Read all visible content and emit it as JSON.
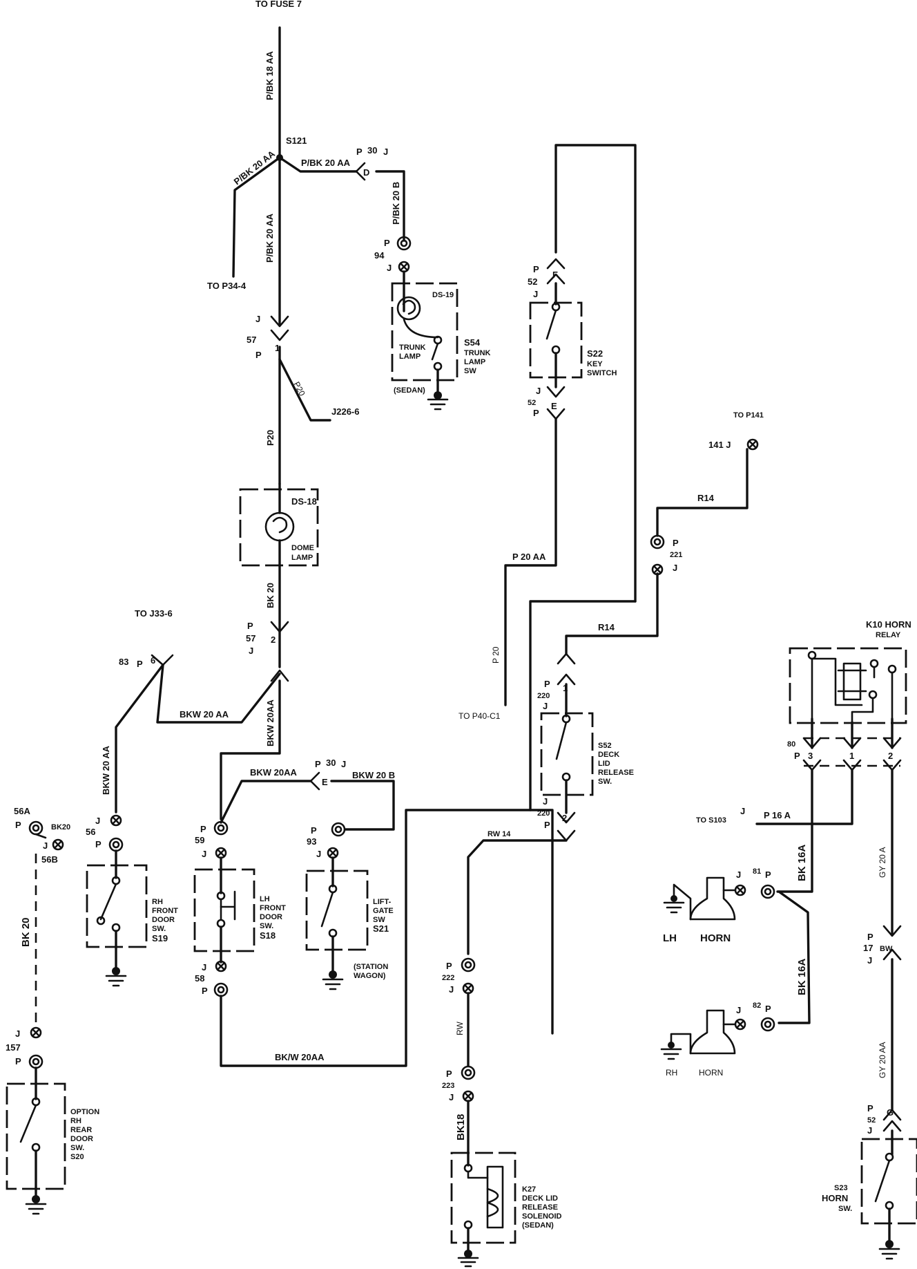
{
  "labels": {
    "to_fuse7": "TO FUSE 7",
    "p_bk_18_aa": "P/BK 18 AA",
    "s121": "S121",
    "p_bk_20_aa_a": "P/BK 20 AA",
    "p_bk_20_aa_b": "P/BK 20 AA",
    "p_bk_20_aa_c": "P/BK 20 AA",
    "to_p34_4": "TO P34-4",
    "c30_p": "P",
    "c30_num": "30",
    "c30_j": "J",
    "c30_d": "D",
    "p_bk_20_b": "P/BK 20 B",
    "c94_p": "P",
    "c94_num": "94",
    "c94_j": "J",
    "ds19": "DS-19",
    "trunk_lamp": "TRUNK",
    "trunk_lamp2": "LAMP",
    "s54": "S54",
    "s54_l2": "TRUNK",
    "s54_l3": "LAMP",
    "s54_l4": "SW",
    "sedan1": "(SEDAN)",
    "c57_j": "J",
    "c57_num": "57",
    "c57_p": "P",
    "c57_pin": "1",
    "p20_diag": "P20",
    "j226": "J226-6",
    "p20_vert": "P20",
    "ds18": "DS-18",
    "dome1": "DOME",
    "dome2": "LAMP",
    "bk20": "BK 20",
    "c57b_p": "P",
    "c57b_num": "57",
    "c57b_j": "J",
    "c57b_pin": "2",
    "to_j33": "TO J33-6",
    "c83_num": "83",
    "c83_p": "P",
    "c83_pin": "6",
    "bkw20aa_h": "BKW 20 AA",
    "bkw20aa_v": "BKW 20 AA",
    "bkw20aa_v2": "BKW 20AA",
    "bkw20aa_e": "BKW 20AA",
    "c30b_p": "P",
    "c30b_num": "30",
    "c30b_j": "J",
    "c30b_e": "E",
    "bkw20b": "BKW 20 B",
    "c56_j": "J",
    "c56_num": "56",
    "c56_p": "P",
    "c59_p": "P",
    "c59_num": "59",
    "c59_j": "J",
    "c93_p": "P",
    "c93_num": "93",
    "c93_j": "J",
    "rh_front_1": "RH",
    "rh_front_2": "FRONT",
    "rh_front_3": "DOOR",
    "rh_front_4": "SW.",
    "rh_front_5": "S19",
    "lh_front_1": "LH",
    "lh_front_2": "FRONT",
    "lh_front_3": "DOOR",
    "lh_front_4": "SW.",
    "lh_front_5": "S18",
    "lift_1": "LIFT-",
    "lift_2": "GATE",
    "lift_3": "SW",
    "lift_4": "S21",
    "wagon1": "(STATION",
    "wagon2": "WAGON)",
    "c58_j": "J",
    "c58_num": "58",
    "c58_p": "P",
    "bkw20aa_bottom": "BK/W 20AA",
    "c56a": "56A",
    "c56a_p": "P",
    "c56a_bk20": "BK20",
    "c56b_j": "J",
    "c56b": "56B",
    "bk20_left": "BK 20",
    "c157_j": "J",
    "c157_num": "157",
    "c157_p": "P",
    "rear_1": "OPTION",
    "rear_2": "RH",
    "rear_3": "REAR",
    "rear_4": "DOOR",
    "rear_5": "SW.",
    "rear_6": "S20",
    "c52_p": "P",
    "c52_num": "52",
    "c52_j": "J",
    "c52_f": "F",
    "s22_1": "S22",
    "s22_2": "KEY",
    "s22_3": "SWITCH",
    "c52b_j": "J",
    "c52b_num": "52",
    "c52b_p": "P",
    "c52b_e": "E",
    "p20aa": "P 20 AA",
    "p20_lower": "P 20",
    "to_p40": "TO P40-C1",
    "c220_p": "P",
    "c220_num": "220",
    "c220_j": "J",
    "c220_pin": "1",
    "s52_1": "S52",
    "s52_2": "DECK",
    "s52_3": "LID",
    "s52_4": "RELEASE",
    "s52_5": "SW.",
    "c220b_j": "J",
    "c220b_num": "220",
    "c220b_p": "P",
    "c220b_pin": "2",
    "rw14": "RW 14",
    "r14_a": "R14",
    "r14_b": "R14",
    "to_p141": "TO P141",
    "c141": "141 J",
    "c221_p": "P",
    "c221_num": "221",
    "c221_j": "J",
    "c222_p": "P",
    "c222_num": "222",
    "c222_j": "J",
    "rw": "RW",
    "c223_p": "P",
    "c223_num": "223",
    "c223_j": "J",
    "bk18": "BK18",
    "k27_1": "K27",
    "k27_2": "DECK LID",
    "k27_3": "RELEASE",
    "k27_4": "SOLENOID",
    "k27_5": "(SEDAN)",
    "k10_1": "K10 HORN",
    "k10_2": "RELAY",
    "c80": "80",
    "c80_p": "P",
    "pin3": "3",
    "pin1": "1",
    "pin2": "2",
    "to_s103": "TO S103",
    "j_s103": "J",
    "p16a": "P 16 A",
    "bk16a_a": "BK 16A",
    "bk16a_b": "BK 16A",
    "gy20a": "GY 20 A",
    "gy20aa": "GY 20 AA",
    "c81_j": "J",
    "c81_num": "81",
    "c81_p": "P",
    "lh": "LH",
    "horn_lh": "HORN",
    "c82_j": "J",
    "c82_num": "82",
    "c82_p": "P",
    "rh": "RH",
    "horn_rh": "HORN",
    "c17_p": "P",
    "c17_num": "17",
    "c17_bw": "BW",
    "c17_j": "J",
    "c52c_p": "P",
    "c52c_num": "52",
    "c52c_g": "G",
    "c52c_j": "J",
    "s23_1": "S23",
    "s23_2": "HORN",
    "s23_3": "SW."
  }
}
